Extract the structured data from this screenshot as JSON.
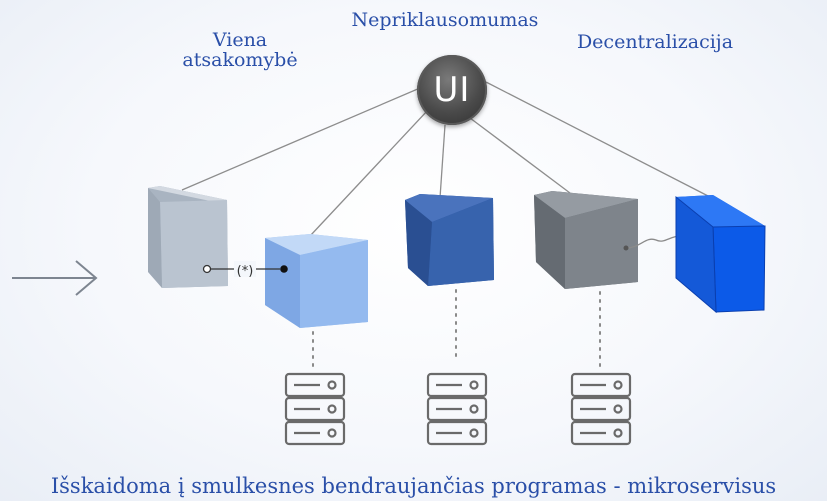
{
  "labels": {
    "single_responsibility": "Viena\natsakomybė",
    "independence": "Nepriklausomumas",
    "decentralization": "Decentralizacija"
  },
  "ui_node": {
    "text": "UI"
  },
  "caption": "Išskaidoma į smulkesnes bendraujančias programas - mikroservisus",
  "connector_symbol": "(*)",
  "colors": {
    "label_blue": "#2a4fa8",
    "cube_light_gray": "#b9c3cf",
    "cube_light_blue": "#93b8ec",
    "cube_steel_blue": "#3560a8",
    "cube_gray": "#7f858c",
    "cube_bright_blue": "#1060ee",
    "line_gray": "#8a8a8a",
    "server_outline": "#666666"
  },
  "icons": [
    "arrow-right-icon",
    "server-icon",
    "server-icon",
    "server-icon"
  ]
}
